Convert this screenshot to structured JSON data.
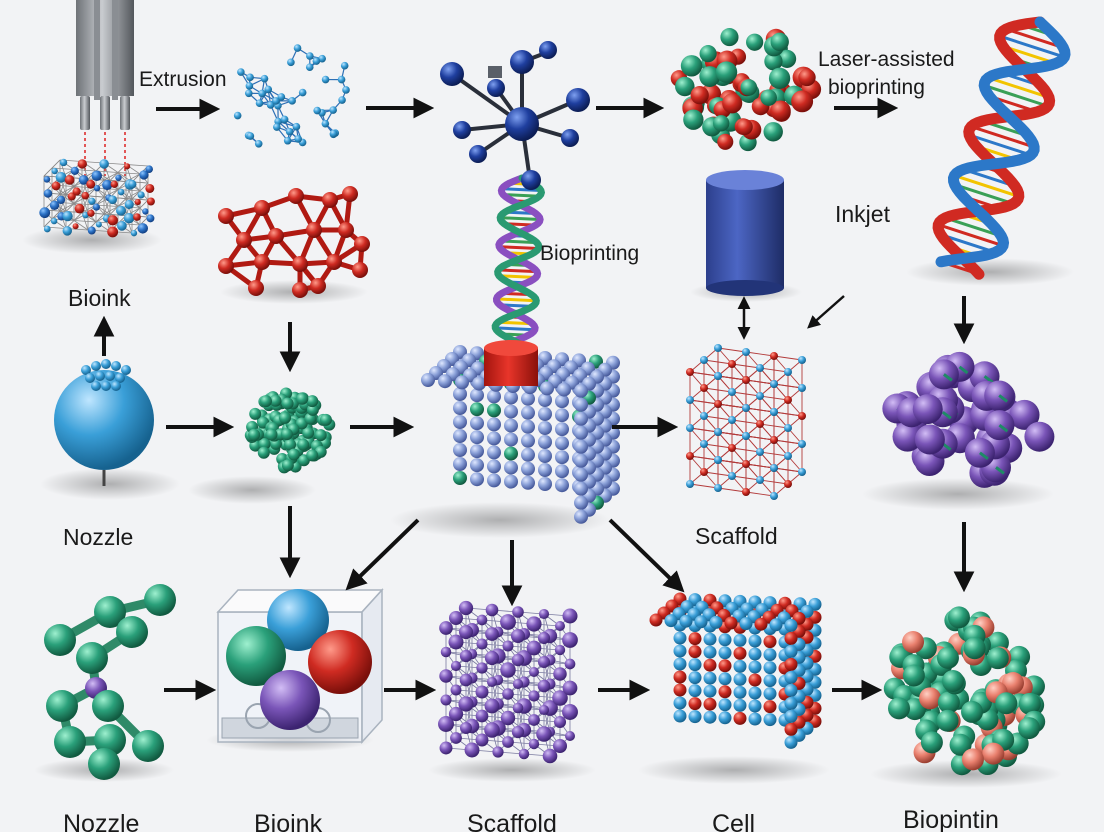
{
  "labels": {
    "extrusion": "Extrusion",
    "laser_assisted_line1": "Laser-assisted",
    "laser_assisted_line2": "bioprinting",
    "inkjet": "Inkjet",
    "bioprinting": "Bioprinting",
    "bioink_top": "Bioink",
    "nozzle_mid": "Nozzle",
    "scaffold_mid": "Scaffold",
    "nozzle_bottom": "Nozzle",
    "bioink_bottom": "Bioink",
    "scaffold_bottom": "Scaffold",
    "cell_bottom": "Cell",
    "biopintin_bottom": "Biopintin"
  },
  "colors": {
    "background": "#f2f3f5",
    "arrow": "#111111",
    "blue": "#1f63b8",
    "light_blue": "#3a9fd8",
    "red": "#c8261e",
    "green": "#2a9a72",
    "teal_green": "#3aa07e",
    "purple": "#7a55b8",
    "lavender": "#8aa0d8",
    "navy": "#1f3f8f"
  }
}
